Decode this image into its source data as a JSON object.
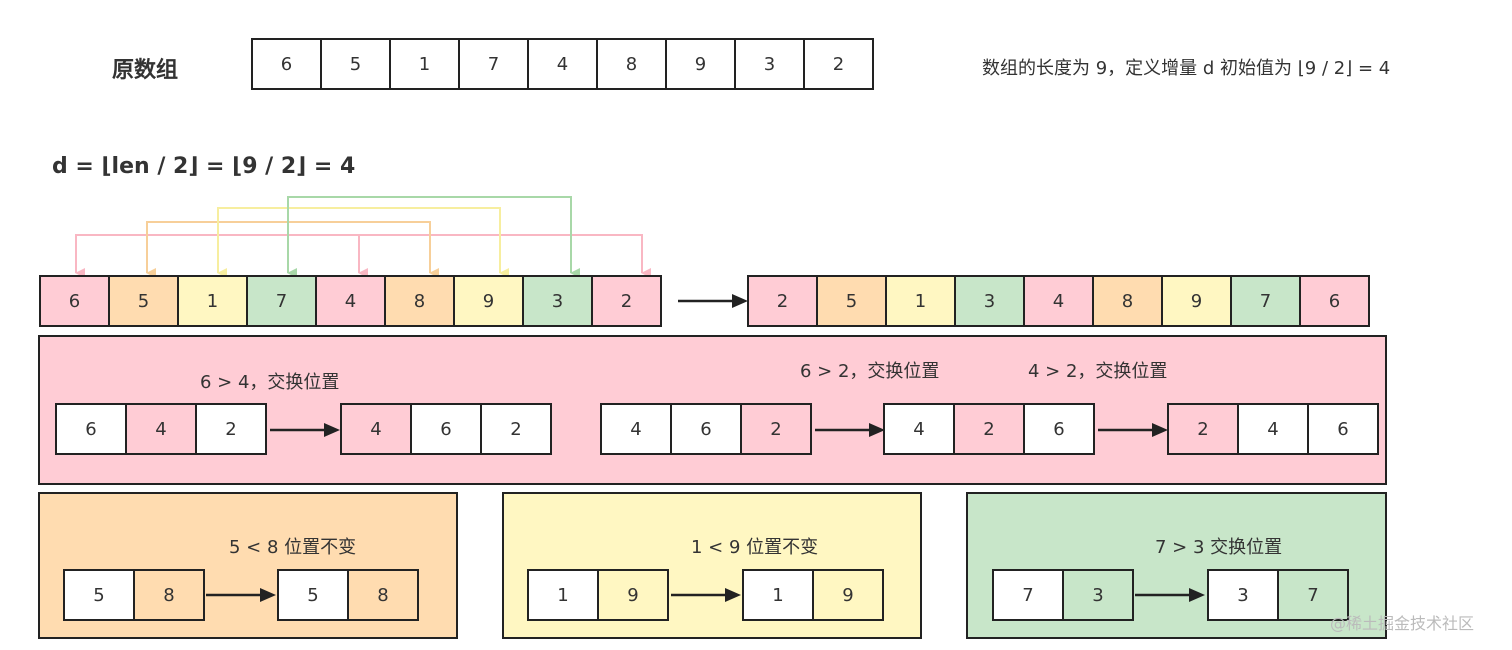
{
  "colors": {
    "pink": "#ffccd5",
    "orange": "#ffdcb0",
    "yellow": "#fff7c2",
    "green": "#c8e6c9",
    "white": "#ffffff",
    "line_pink": "#f9b7c3",
    "line_orange": "#f7cf99",
    "line_yellow": "#f7ee9f",
    "line_green": "#a8d8a8"
  },
  "header": {
    "title": "原数组",
    "original": [
      "6",
      "5",
      "1",
      "7",
      "4",
      "8",
      "9",
      "3",
      "2"
    ],
    "note": "数组的长度为 9，定义增量 d 初始值为 ⌊9 / 2⌋ = 4",
    "formula": "d =  ⌊len / 2⌋ = ⌊9 / 2⌋ = 4"
  },
  "groups": {
    "before": [
      {
        "v": "6",
        "c": "pink"
      },
      {
        "v": "5",
        "c": "orange"
      },
      {
        "v": "1",
        "c": "yellow"
      },
      {
        "v": "7",
        "c": "green"
      },
      {
        "v": "4",
        "c": "pink"
      },
      {
        "v": "8",
        "c": "orange"
      },
      {
        "v": "9",
        "c": "yellow"
      },
      {
        "v": "3",
        "c": "green"
      },
      {
        "v": "2",
        "c": "pink"
      }
    ],
    "after": [
      {
        "v": "2",
        "c": "pink"
      },
      {
        "v": "5",
        "c": "orange"
      },
      {
        "v": "1",
        "c": "yellow"
      },
      {
        "v": "3",
        "c": "green"
      },
      {
        "v": "4",
        "c": "pink"
      },
      {
        "v": "8",
        "c": "orange"
      },
      {
        "v": "9",
        "c": "yellow"
      },
      {
        "v": "7",
        "c": "green"
      },
      {
        "v": "6",
        "c": "pink"
      }
    ]
  },
  "pink_panel": {
    "caption1": "6 > 4，交换位置",
    "caption2": "6 > 2，交换位置",
    "caption3": "4 > 2，交换位置",
    "r1": [
      {
        "v": "6",
        "c": "white"
      },
      {
        "v": "4",
        "c": "pink"
      },
      {
        "v": "2",
        "c": "white"
      }
    ],
    "r2": [
      {
        "v": "4",
        "c": "pink"
      },
      {
        "v": "6",
        "c": "white"
      },
      {
        "v": "2",
        "c": "white"
      }
    ],
    "r3": [
      {
        "v": "4",
        "c": "white"
      },
      {
        "v": "6",
        "c": "white"
      },
      {
        "v": "2",
        "c": "pink"
      }
    ],
    "r4": [
      {
        "v": "4",
        "c": "white"
      },
      {
        "v": "2",
        "c": "pink"
      },
      {
        "v": "6",
        "c": "white"
      }
    ],
    "r5": [
      {
        "v": "2",
        "c": "pink"
      },
      {
        "v": "4",
        "c": "white"
      },
      {
        "v": "6",
        "c": "white"
      }
    ]
  },
  "orange_panel": {
    "caption": "5 < 8 位置不变",
    "r1": [
      {
        "v": "5",
        "c": "white"
      },
      {
        "v": "8",
        "c": "orange"
      }
    ],
    "r2": [
      {
        "v": "5",
        "c": "white"
      },
      {
        "v": "8",
        "c": "orange"
      }
    ]
  },
  "yellow_panel": {
    "caption": "1 < 9 位置不变",
    "r1": [
      {
        "v": "1",
        "c": "white"
      },
      {
        "v": "9",
        "c": "yellow"
      }
    ],
    "r2": [
      {
        "v": "1",
        "c": "white"
      },
      {
        "v": "9",
        "c": "yellow"
      }
    ]
  },
  "green_panel": {
    "caption": "7 > 3 交换位置",
    "r1": [
      {
        "v": "7",
        "c": "white"
      },
      {
        "v": "3",
        "c": "green"
      }
    ],
    "r2": [
      {
        "v": "3",
        "c": "white"
      },
      {
        "v": "7",
        "c": "green"
      }
    ]
  },
  "watermark": "@稀土掘金技术社区"
}
